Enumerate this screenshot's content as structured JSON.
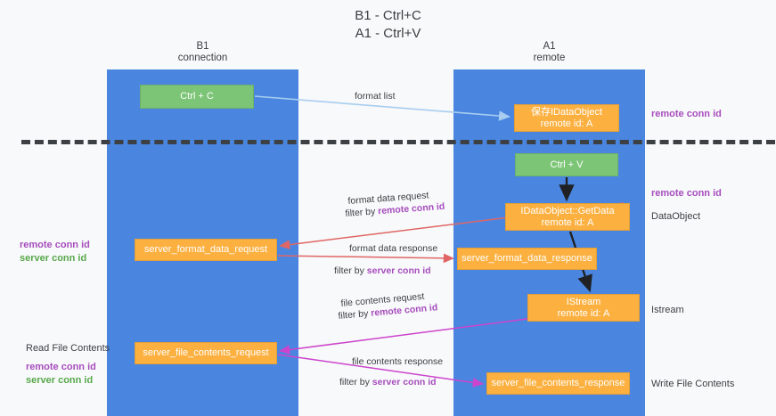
{
  "title": {
    "line1": "B1 - Ctrl+C",
    "line2": "A1 - Ctrl+V"
  },
  "columns": [
    {
      "name": "B1",
      "role": "connection"
    },
    {
      "name": "A1",
      "role": "remote"
    }
  ],
  "nodes": {
    "ctrl_c": {
      "label": "Ctrl + C",
      "color": "#7cc576"
    },
    "save_dataobject": {
      "line1": "保存IDataObject",
      "line2": "remote id: A",
      "color": "#fbb040"
    },
    "ctrl_v": {
      "label": "Ctrl + V",
      "color": "#7cc576"
    },
    "getdata": {
      "line1": "IDataObject::GetData",
      "line2": "remote id: A",
      "color": "#fbb040"
    },
    "server_format_data_request": {
      "label": "server_format_data_request",
      "color": "#fbb040"
    },
    "server_format_data_response": {
      "label": "server_format_data_response",
      "color": "#fbb040"
    },
    "istream": {
      "line1": "IStream",
      "line2": "remote id: A",
      "color": "#fbb040"
    },
    "server_file_contents_request": {
      "label": "server_file_contents_request",
      "color": "#fbb040"
    },
    "server_file_contents_response": {
      "label": "server_file_contents_response",
      "color": "#fbb040"
    }
  },
  "edge_labels": {
    "format_list": "format list",
    "format_data_request": "format data request",
    "format_data_request_filter_prefix": "filter by ",
    "format_data_request_filter_key": "remote conn id",
    "format_data_response": "format data response",
    "format_data_response_filter_prefix": "filter by ",
    "format_data_response_filter_key": "server conn id",
    "file_contents_request": "file contents request",
    "file_contents_request_filter_prefix": "filter by ",
    "file_contents_request_filter_key": "remote conn id",
    "file_contents_response": "file contents response",
    "file_contents_response_filter_prefix": "filter by ",
    "file_contents_response_filter_key": "server conn id"
  },
  "right_labels": {
    "remote_conn_id_top": "remote conn id",
    "remote_conn_id_mid": "remote conn id",
    "dataobject": "DataObject",
    "istream": "Istream",
    "write_file_contents": "Write File Contents"
  },
  "left_labels": {
    "mid_remote": "remote conn id",
    "mid_server": "server conn id",
    "read_file_contents": "Read File Contents",
    "bottom_remote": "remote conn id",
    "bottom_server": "server conn id"
  },
  "colors": {
    "lane": "#4a86e0",
    "green_node": "#7cc576",
    "orange_node": "#fbb040",
    "purple_text": "#a64dbd",
    "green_text": "#57a84b",
    "arrow_blue": "#a8cdf0",
    "arrow_red": "#e06666",
    "arrow_magenta": "#cc44cc",
    "arrow_black": "#202124",
    "background": "#f8f9fa",
    "divider": "#3c4043"
  }
}
